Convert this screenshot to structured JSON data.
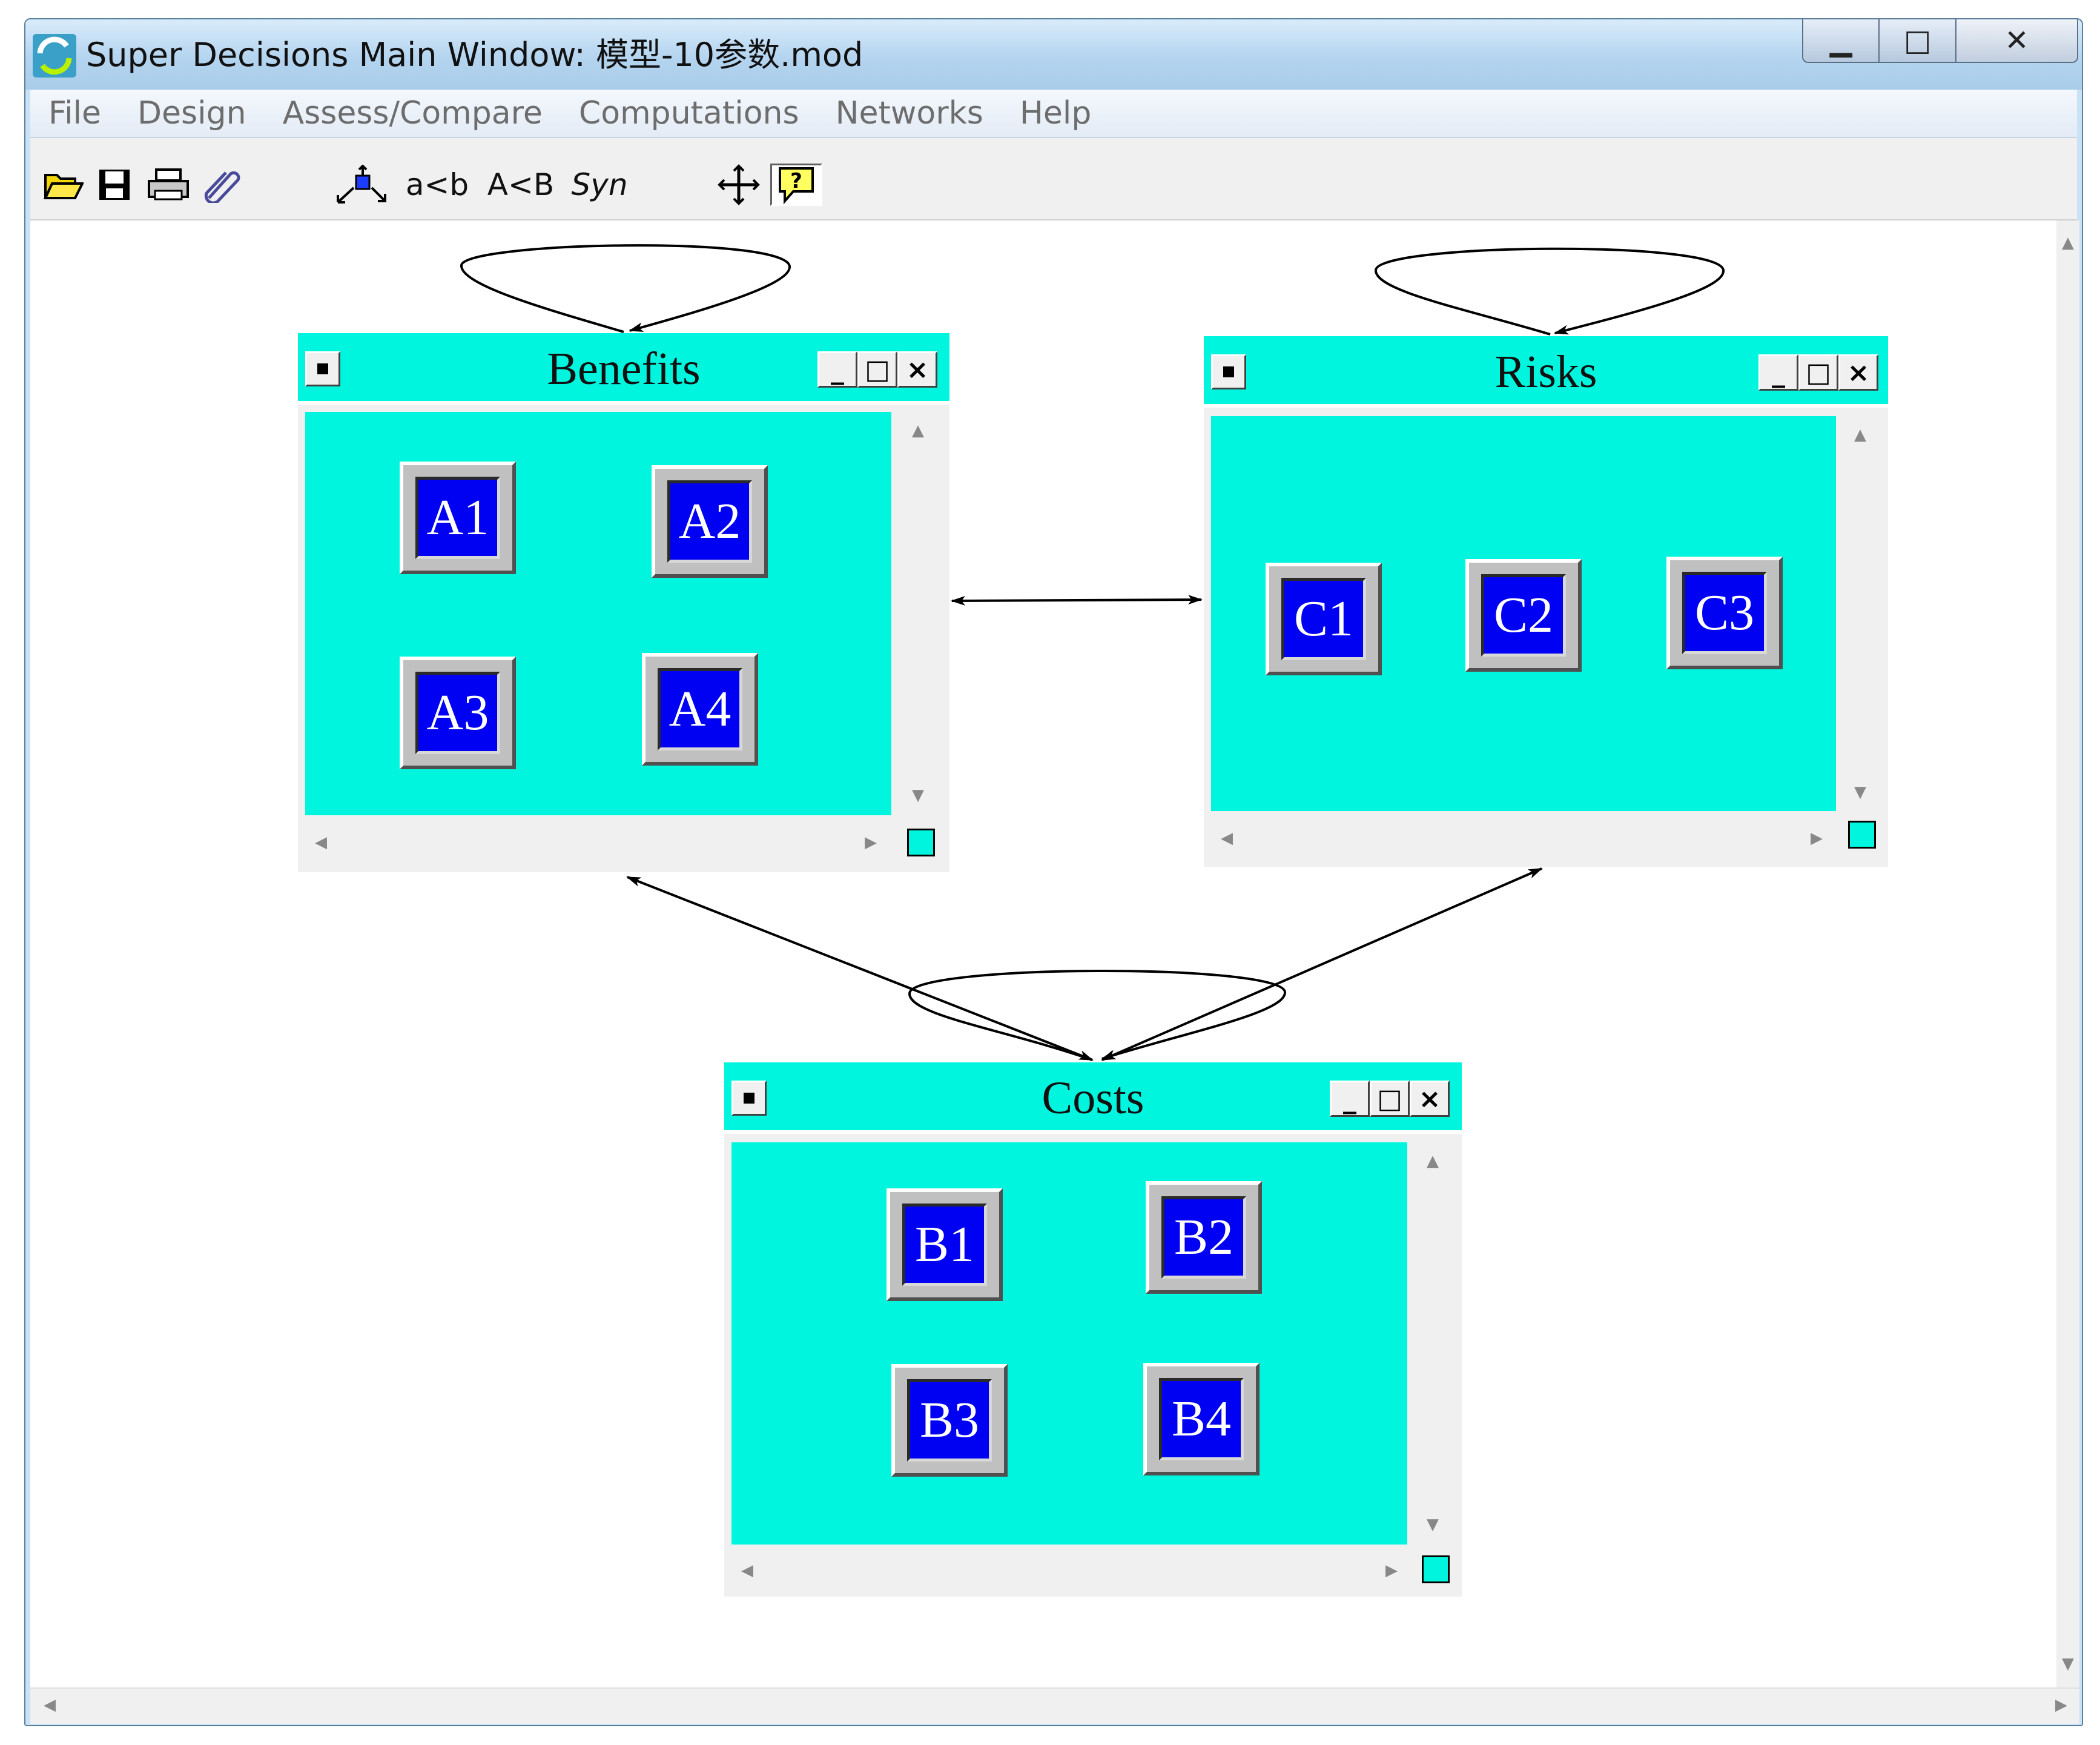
{
  "window": {
    "title": "Super Decisions Main Window: 模型-10参数.mod",
    "controls": {
      "minimize": "▁",
      "maximize": "□",
      "close": "✕"
    }
  },
  "menu": [
    "File",
    "Design",
    "Assess/Compare",
    "Computations",
    "Networks",
    "Help"
  ],
  "toolbar": {
    "icons": [
      "open-folder-icon",
      "save-disk-icon",
      "print-icon",
      "attach-clip-icon",
      "node-connect-icon",
      "move-cross-icon",
      "help-question-icon"
    ],
    "text_buttons": [
      "a<b",
      "A<B",
      "Syn"
    ]
  },
  "clusters": [
    {
      "id": "benefits",
      "name": "Benefits",
      "nodes": [
        "A1",
        "A2",
        "A3",
        "A4"
      ]
    },
    {
      "id": "risks",
      "name": "Risks",
      "nodes": [
        "C1",
        "C2",
        "C3"
      ]
    },
    {
      "id": "costs",
      "name": "Costs",
      "nodes": [
        "B1",
        "B2",
        "B3",
        "B4"
      ]
    }
  ],
  "cluster_controls": {
    "minimize": "_",
    "maximize": "□",
    "close": "×"
  },
  "links": [
    {
      "from": "benefits",
      "to": "benefits",
      "type": "self-loop"
    },
    {
      "from": "risks",
      "to": "risks",
      "type": "self-loop"
    },
    {
      "from": "costs",
      "to": "costs",
      "type": "self-loop"
    },
    {
      "from": "benefits",
      "to": "risks",
      "type": "bidirectional"
    },
    {
      "from": "benefits",
      "to": "costs",
      "type": "bidirectional"
    },
    {
      "from": "risks",
      "to": "costs",
      "type": "bidirectional"
    }
  ],
  "colors": {
    "cluster_bg": "#00f5de",
    "node_fill": "#0000f2",
    "node_text": "#ffffff"
  }
}
